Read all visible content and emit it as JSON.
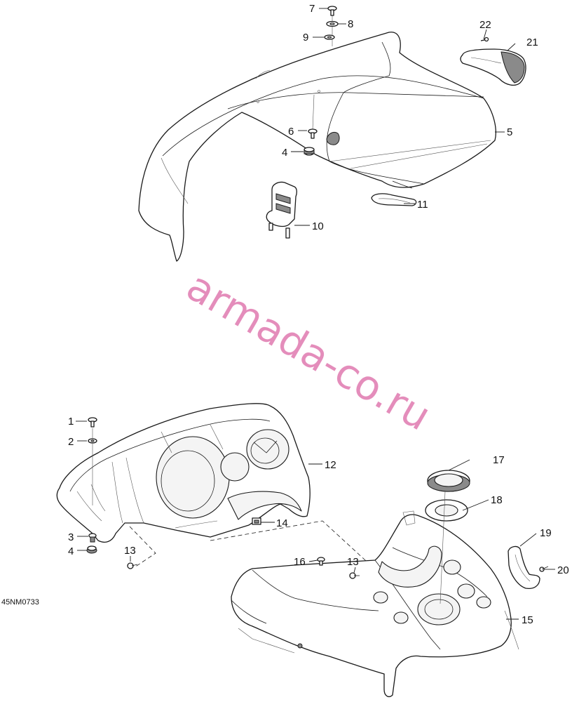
{
  "drawing_code": "45NM0733",
  "watermark": "armada-co.ru",
  "colors": {
    "line": "#1a1a1a",
    "watermark": "#e07ab0",
    "background": "#ffffff"
  },
  "callouts": {
    "c1": "1",
    "c2": "2",
    "c3": "3",
    "c4a": "4",
    "c4b": "4",
    "c5": "5",
    "c6": "6",
    "c7": "7",
    "c8": "8",
    "c9": "9",
    "c10": "10",
    "c11": "11",
    "c12": "12",
    "c13a": "13",
    "c13b": "13",
    "c14": "14",
    "c15": "15",
    "c16": "16",
    "c17": "17",
    "c18": "18",
    "c19": "19",
    "c20": "20",
    "c21": "21",
    "c22": "22"
  }
}
